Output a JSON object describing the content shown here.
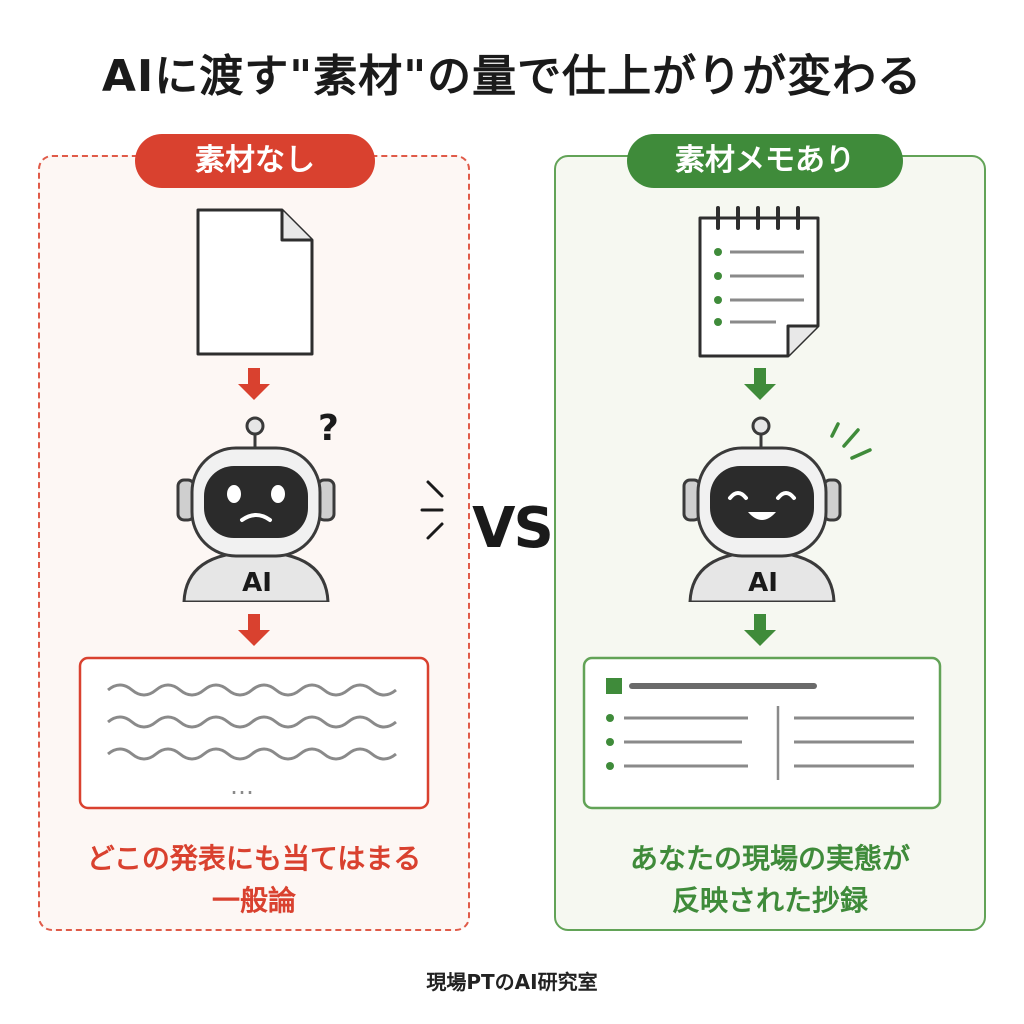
{
  "title": "AIに渡す\"素材\"の量で仕上がりが変わる",
  "left": {
    "label": "素材なし",
    "robot_badge": "AI",
    "question_mark": "?",
    "output_ellipsis": "…",
    "caption_line1": "どこの発表にも当てはまる",
    "caption_line2": "一般論"
  },
  "right": {
    "label": "素材メモあり",
    "robot_badge": "AI",
    "caption_line1": "あなたの現場の実態が",
    "caption_line2": "反映された抄録"
  },
  "vs": "VS",
  "footer": "現場PTのAI研究室",
  "colors": {
    "red": "#d9412f",
    "green": "#3f8b3a",
    "robot_body": "#e6e6e6",
    "robot_screen": "#2b2b2b"
  },
  "icons": {
    "left_input": "blank-document-icon",
    "right_input": "notepad-checklist-icon",
    "left_output": "wavy-text-document-icon",
    "right_output": "structured-outline-document-icon"
  }
}
